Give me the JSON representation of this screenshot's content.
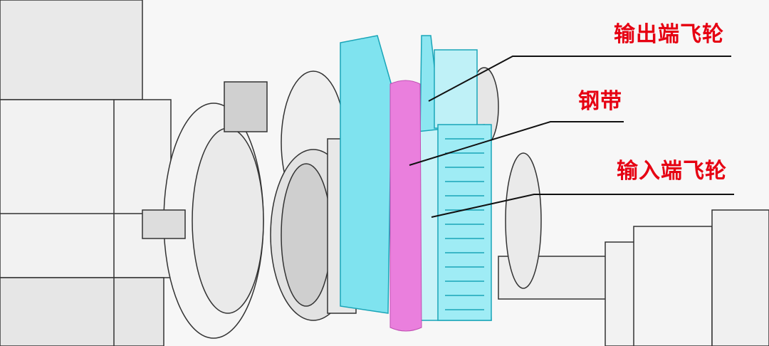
{
  "labels": {
    "output_pulley": "输出端飞轮",
    "steel_belt": "钢带",
    "input_pulley": "输入端飞轮"
  },
  "colors": {
    "label": "#e60012",
    "pulley": "#6fe0ee",
    "belt": "#e66fd8"
  }
}
